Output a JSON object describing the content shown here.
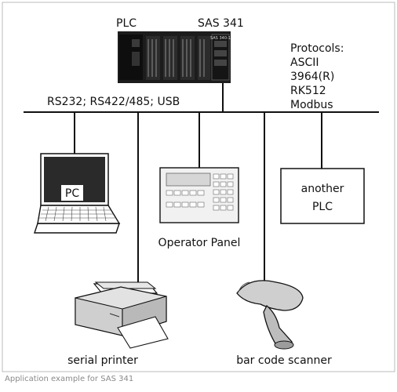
{
  "plc": {
    "label": "PLC",
    "module_label": "SAS 341",
    "module_badge": "SAS 340-1"
  },
  "interfaces": "RS232; RS422/485; USB",
  "protocols": {
    "heading": "Protocols:",
    "items": [
      "ASCII",
      "3964(R)",
      "RK512",
      "Modbus"
    ]
  },
  "devices": {
    "pc": "PC",
    "operator_panel": "Operator Panel",
    "another_plc": [
      "another",
      "PLC"
    ],
    "serial_printer": "serial printer",
    "scanner": "bar code scanner"
  },
  "caption": "Application example for SAS 341",
  "colors": {
    "line": "#111111",
    "frame": "#bbbbbb",
    "rack": "#1c1c1c",
    "screen": "#2a2a2a"
  }
}
